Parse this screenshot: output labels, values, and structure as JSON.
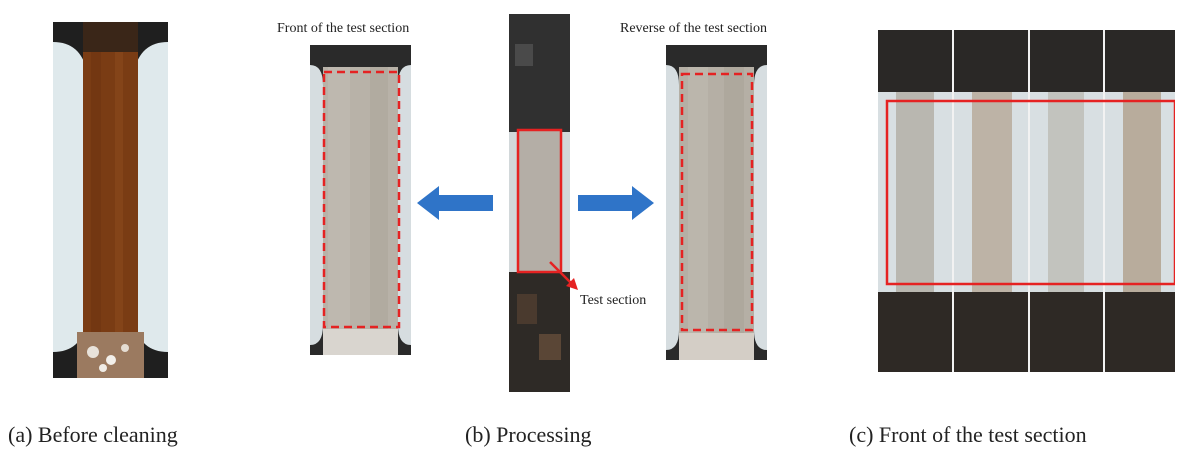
{
  "captions": {
    "a": "(a) Before cleaning",
    "b": "(b) Processing",
    "c": "(c) Front of the test section"
  },
  "labels": {
    "front": "Front of the test section",
    "reverse": "Reverse of the test section",
    "test_section": "Test section"
  },
  "colors": {
    "arrow": "#2f74c8",
    "highlight": "#e52222",
    "rust": "#7a3c14",
    "steel": "#2b2b2b",
    "cleaned": "#b3ada3",
    "background_light": "#dce6ea"
  },
  "arrows": {
    "left": "arrow-left-icon",
    "right": "arrow-right-icon"
  }
}
